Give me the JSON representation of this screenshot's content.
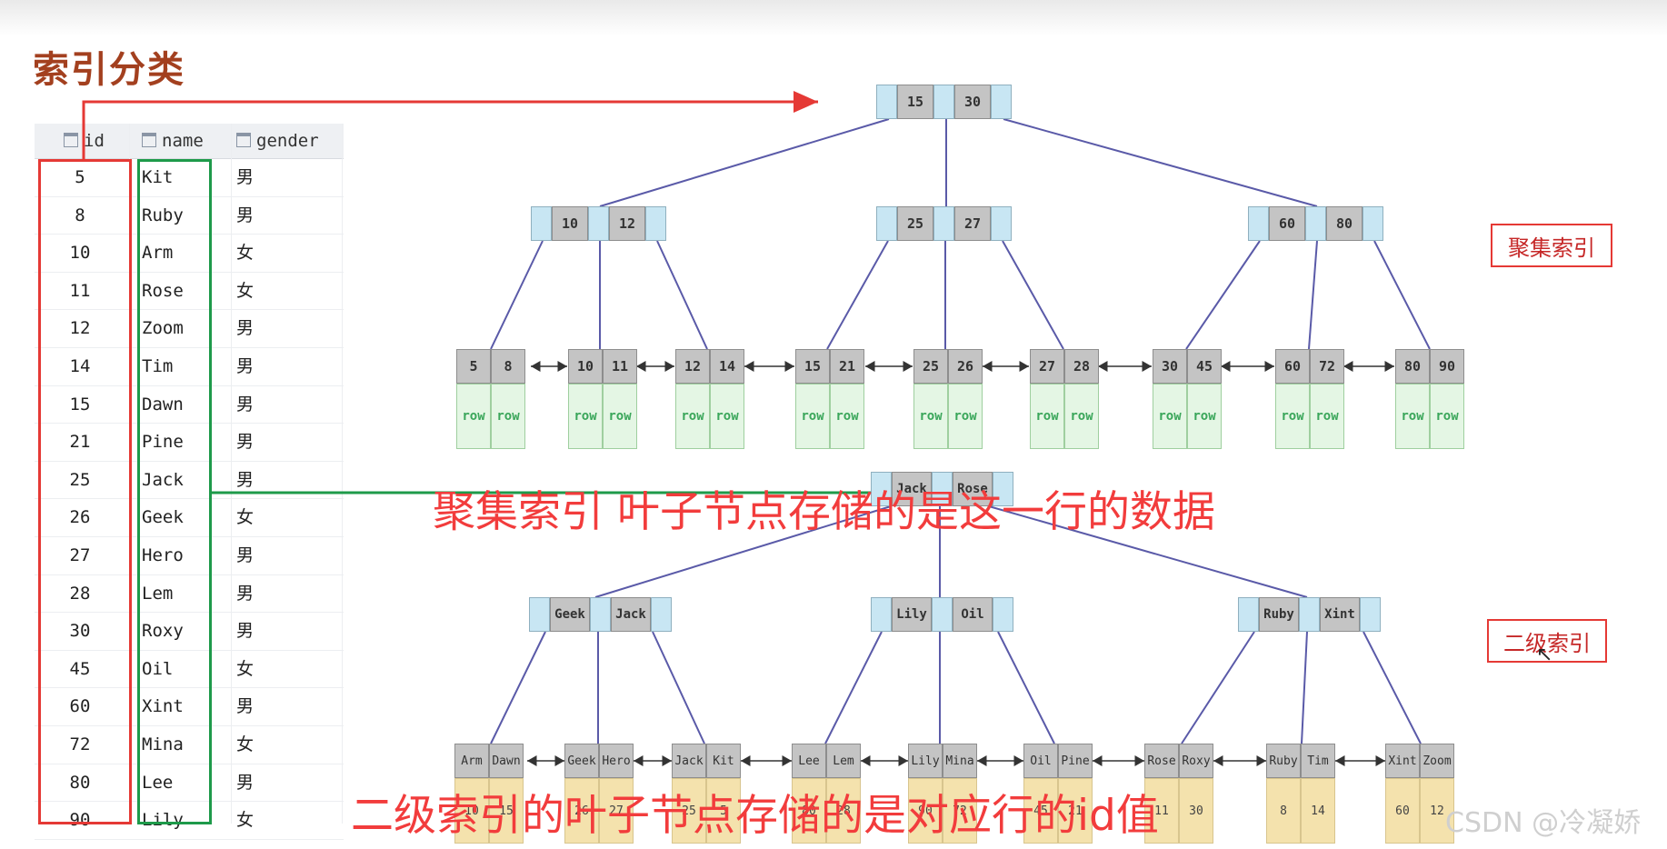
{
  "title": "索引分类",
  "table": {
    "columns": [
      "id",
      "name",
      "gender"
    ],
    "rows": [
      [
        "5",
        "Kit",
        "男"
      ],
      [
        "8",
        "Ruby",
        "男"
      ],
      [
        "10",
        "Arm",
        "女"
      ],
      [
        "11",
        "Rose",
        "女"
      ],
      [
        "12",
        "Zoom",
        "男"
      ],
      [
        "14",
        "Tim",
        "男"
      ],
      [
        "15",
        "Dawn",
        "男"
      ],
      [
        "21",
        "Pine",
        "男"
      ],
      [
        "25",
        "Jack",
        "男"
      ],
      [
        "26",
        "Geek",
        "女"
      ],
      [
        "27",
        "Hero",
        "男"
      ],
      [
        "28",
        "Lem",
        "男"
      ],
      [
        "30",
        "Roxy",
        "男"
      ],
      [
        "45",
        "Oil",
        "女"
      ],
      [
        "60",
        "Xint",
        "男"
      ],
      [
        "72",
        "Mina",
        "女"
      ],
      [
        "80",
        "Lee",
        "男"
      ],
      [
        "90",
        "Lily",
        "女"
      ]
    ]
  },
  "clustered_index": {
    "root": [
      "15",
      "30"
    ],
    "internal": [
      [
        "10",
        "12"
      ],
      [
        "25",
        "27"
      ],
      [
        "60",
        "80"
      ]
    ],
    "leaves": [
      [
        "5",
        "8"
      ],
      [
        "10",
        "11"
      ],
      [
        "12",
        "14"
      ],
      [
        "15",
        "21"
      ],
      [
        "25",
        "26"
      ],
      [
        "27",
        "28"
      ],
      [
        "30",
        "45"
      ],
      [
        "60",
        "72"
      ],
      [
        "80",
        "90"
      ]
    ],
    "row_label": "row"
  },
  "secondary_index": {
    "root": [
      "Jack",
      "Rose"
    ],
    "internal": [
      [
        "Geek",
        "Jack"
      ],
      [
        "Lily",
        "Oil"
      ],
      [
        "Ruby",
        "Xint"
      ]
    ],
    "leaves": [
      {
        "keys": [
          "Arm",
          "Dawn"
        ],
        "ids": [
          "10",
          "15"
        ]
      },
      {
        "keys": [
          "Geek",
          "Hero"
        ],
        "ids": [
          "26",
          "27"
        ]
      },
      {
        "keys": [
          "Jack",
          "Kit"
        ],
        "ids": [
          "25",
          "5"
        ]
      },
      {
        "keys": [
          "Lee",
          "Lem"
        ],
        "ids": [
          "80",
          "28"
        ]
      },
      {
        "keys": [
          "Lily",
          "Mina"
        ],
        "ids": [
          "90",
          "72"
        ]
      },
      {
        "keys": [
          "Oil",
          "Pine"
        ],
        "ids": [
          "45",
          "21"
        ]
      },
      {
        "keys": [
          "Rose",
          "Roxy"
        ],
        "ids": [
          "11",
          "30"
        ]
      },
      {
        "keys": [
          "Ruby",
          "Tim"
        ],
        "ids": [
          "8",
          "14"
        ]
      },
      {
        "keys": [
          "Xint",
          "Zoom"
        ],
        "ids": [
          "60",
          "12"
        ]
      }
    ]
  },
  "labels": {
    "clustered": "聚集索引",
    "secondary": "二级索引"
  },
  "annotations": {
    "clustered_note": "聚集索引 叶子节点存储的是这一行的数据",
    "secondary_note": "二级索引的叶子节点存储的是对应行的id值"
  },
  "watermark": "CSDN @冷凝娇",
  "colors": {
    "title": "#a3401f",
    "highlight_red": "#e53935",
    "highlight_green": "#1e9a4a",
    "pointer_cell": "#c8e6f3",
    "key_cell": "#c4c4c4",
    "row_cell": "#e4f6e4",
    "id_cell": "#f4e2ad",
    "tree_edge": "#5a5aa8"
  }
}
